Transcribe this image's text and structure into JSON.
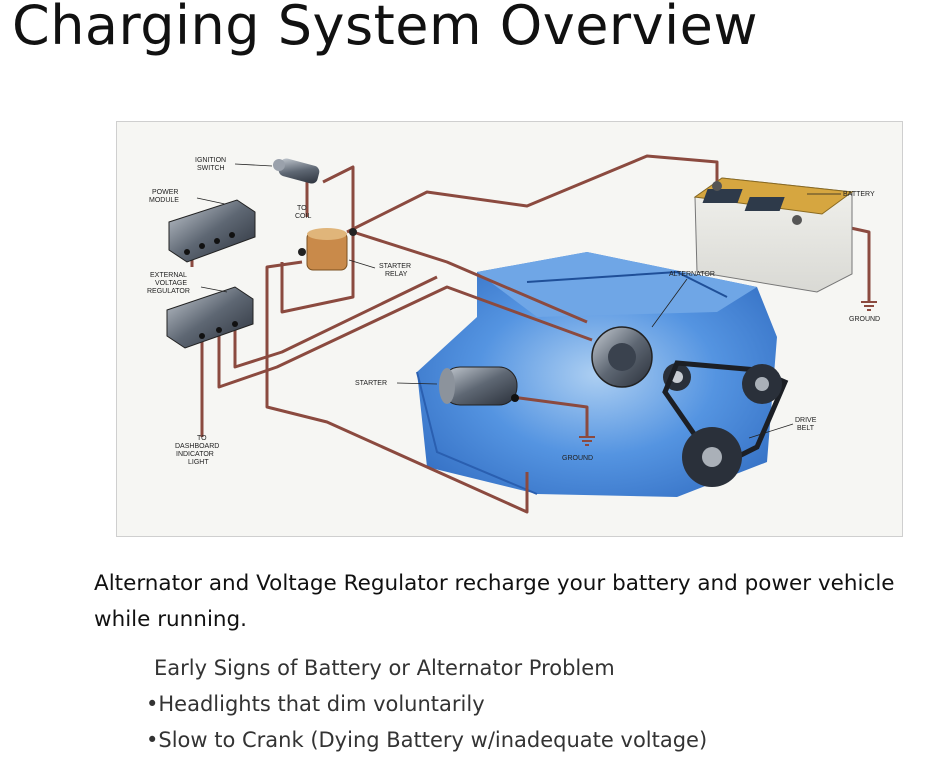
{
  "slide": {
    "title": "Charging System Overview",
    "paragraph": "Alternator and Voltage Regulator recharge your battery and power vehicle while running.",
    "signs_heading": "Early Signs of Battery or Alternator Problem",
    "signs": [
      "•Headlights that dim voluntarily",
      "•Slow to Crank (Dying Battery w/inadequate voltage)"
    ]
  },
  "diagram": {
    "labels": {
      "ignition_switch_1": "IGNITION",
      "ignition_switch_2": "SWITCH",
      "power_module_1": "POWER",
      "power_module_2": "MODULE",
      "to_coil_1": "TO",
      "to_coil_2": "COIL",
      "ext_reg_1": "EXTERNAL",
      "ext_reg_2": "VOLTAGE",
      "ext_reg_3": "REGULATOR",
      "starter_relay_1": "STARTER",
      "starter_relay_2": "RELAY",
      "battery": "BATTERY",
      "alternator": "ALTERNATOR",
      "ground_right": "GROUND",
      "starter": "STARTER",
      "ground_bottom": "GROUND",
      "drive_belt_1": "DRIVE",
      "drive_belt_2": "BELT",
      "dash_1": "TO",
      "dash_2": "DASHBOARD",
      "dash_3": "INDICATOR",
      "dash_4": "LIGHT"
    },
    "colors": {
      "wire": "#8b4a3f",
      "engine": "#3f83d9",
      "battery_top": "#d6a640",
      "component_dark": "#2e3a4a"
    }
  }
}
